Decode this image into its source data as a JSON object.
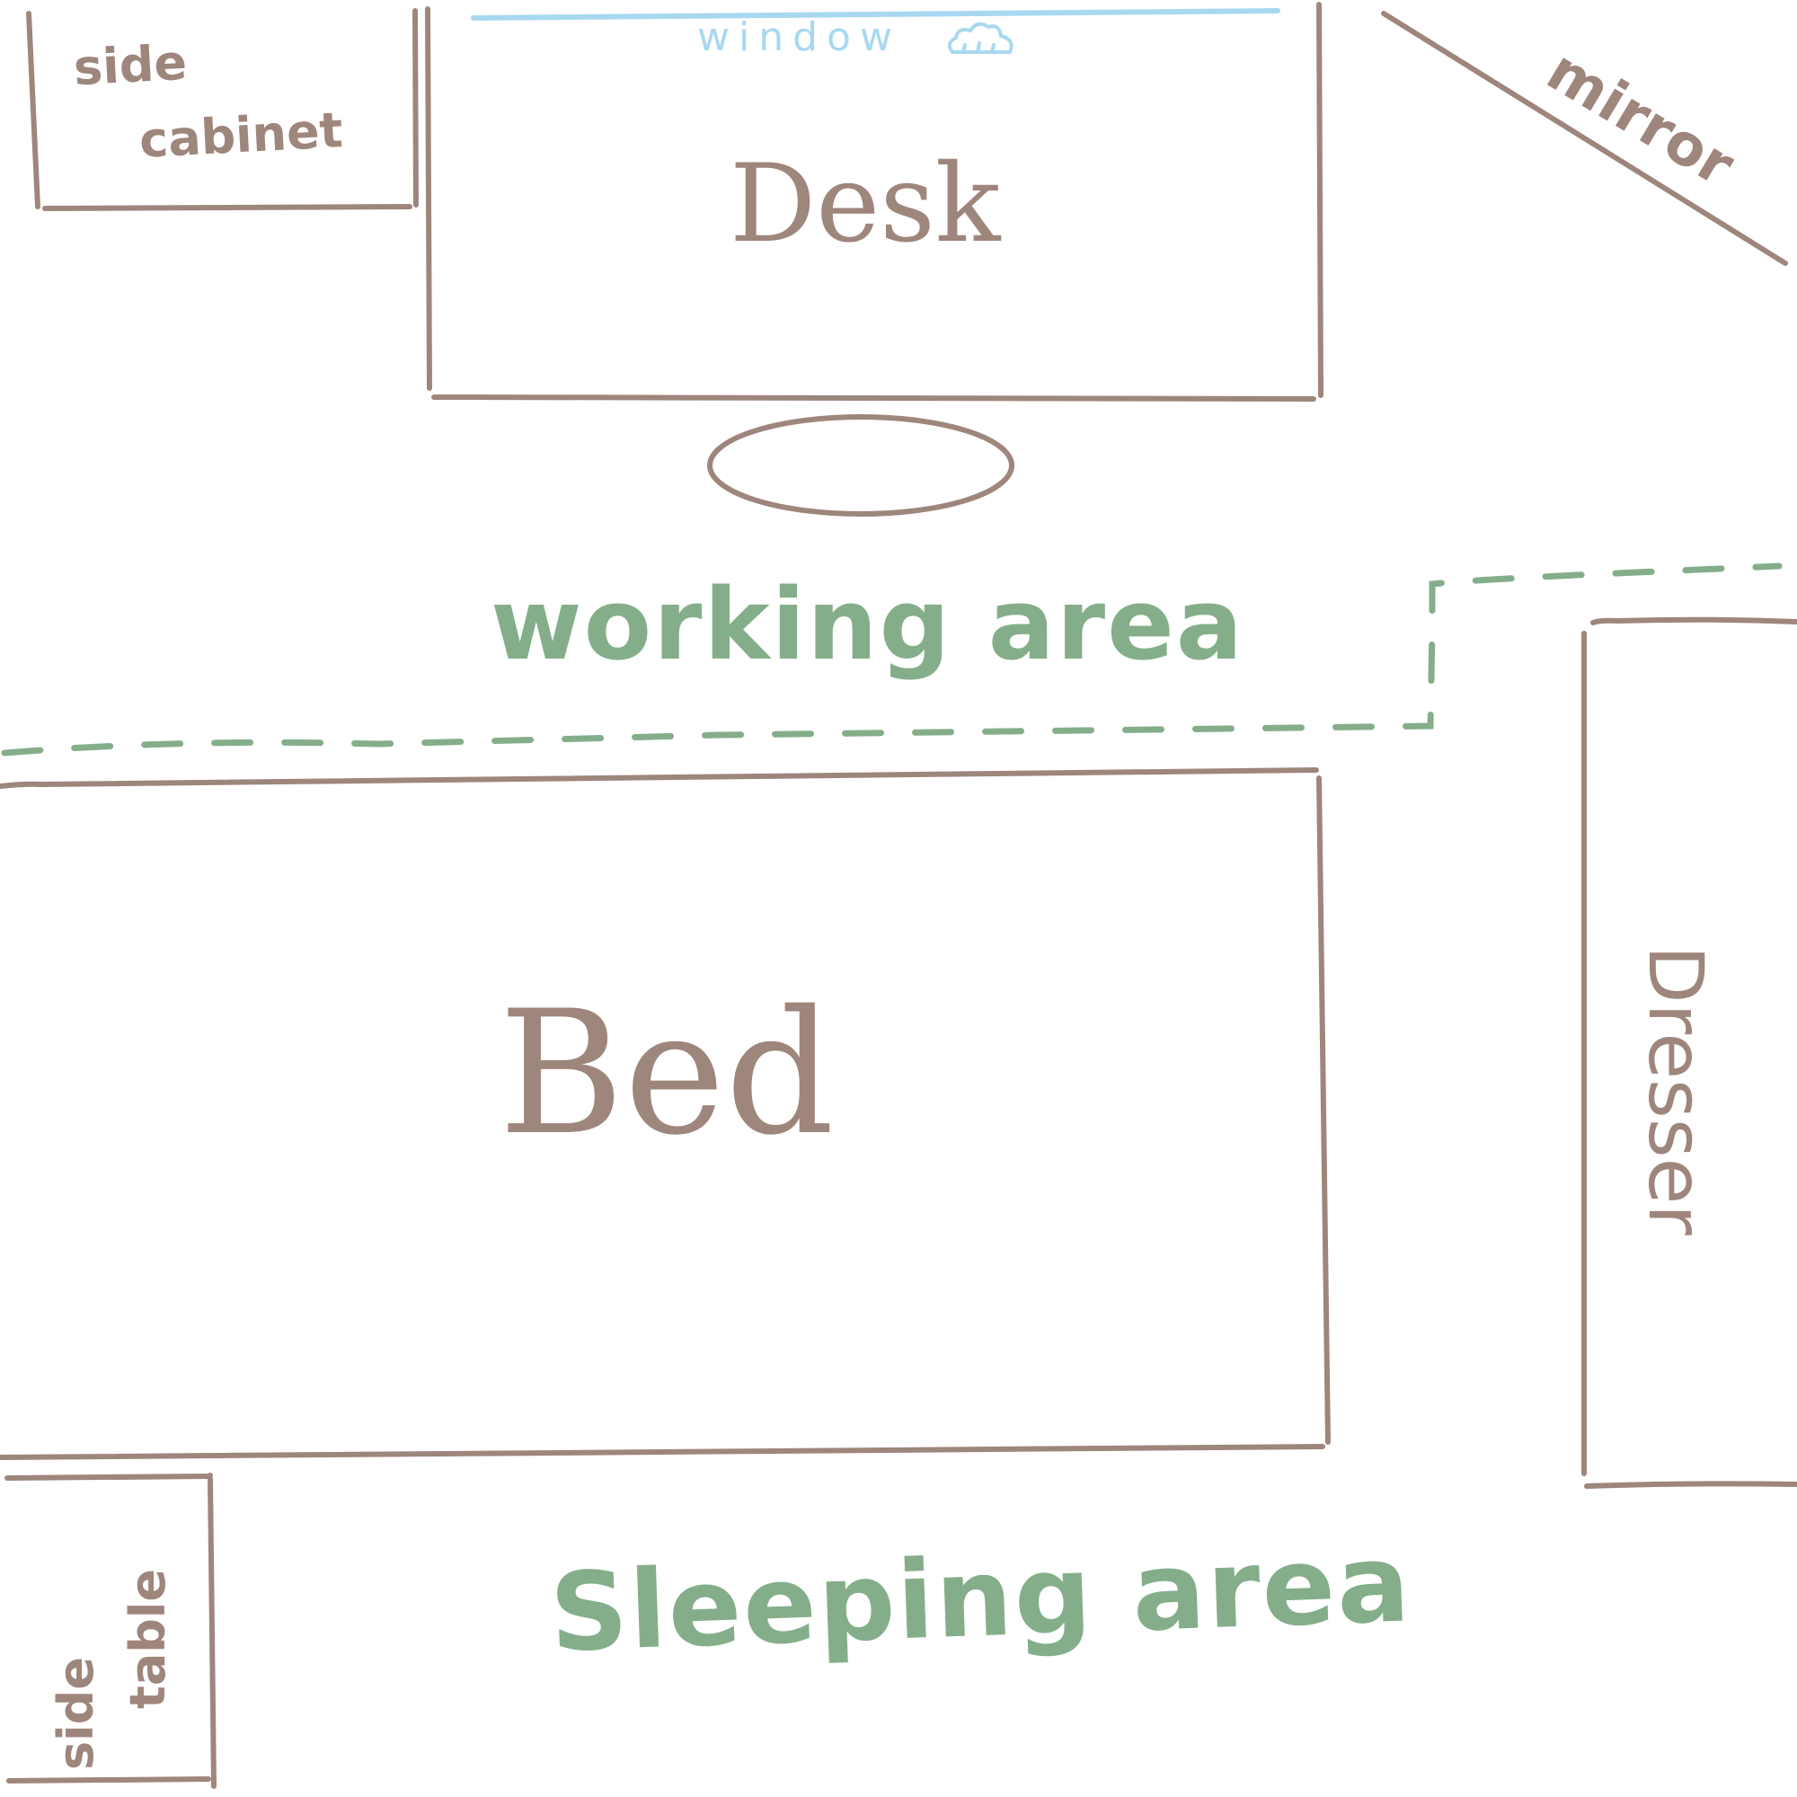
{
  "plan": {
    "colors": {
      "furniture": "#9e867c",
      "zone": "#84ae8a",
      "window": "#a8d8f0",
      "background": "#ffffff"
    },
    "labels": {
      "window": "window",
      "window_icon": "cloud-icon",
      "side_cabinet_line1": "side",
      "side_cabinet_line2": "cabinet",
      "desk": "Desk",
      "mirror": "mirror",
      "working_area": "working area",
      "bed": "Bed",
      "dresser": "Dresser",
      "side_table_line1": "side",
      "side_table_line2": "table",
      "sleeping_area": "Sleeping area"
    }
  }
}
